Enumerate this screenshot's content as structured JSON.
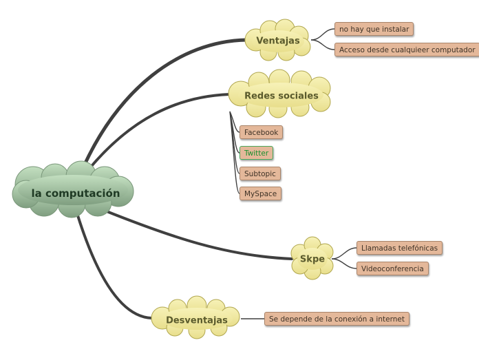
{
  "central": {
    "label": "la computación"
  },
  "branches": [
    {
      "id": "ventajas",
      "label": "Ventajas",
      "leaves": [
        {
          "label": "no hay que instalar"
        },
        {
          "label": "Acceso desde cualquieer computador"
        }
      ]
    },
    {
      "id": "redes",
      "label": "Redes sociales",
      "leaves": [
        {
          "label": "Facebook"
        },
        {
          "label": "Twitter",
          "highlight": true
        },
        {
          "label": "Subtopic"
        },
        {
          "label": "MySpace"
        }
      ]
    },
    {
      "id": "skpe",
      "label": "Skpe",
      "leaves": [
        {
          "label": "Llamadas telefónicas"
        },
        {
          "label": "Videoconferencia"
        }
      ]
    },
    {
      "id": "desventajas",
      "label": "Desventajas",
      "leaves": [
        {
          "label": "Se depende de la conexión a internet"
        }
      ]
    }
  ],
  "colors": {
    "central_fill": "#a9c9a8",
    "topic_fill": "#f0eaa0",
    "leaf_fill": "#e4b89a",
    "connector": "#3f3f3f",
    "highlight_text": "#1a8f2e"
  }
}
